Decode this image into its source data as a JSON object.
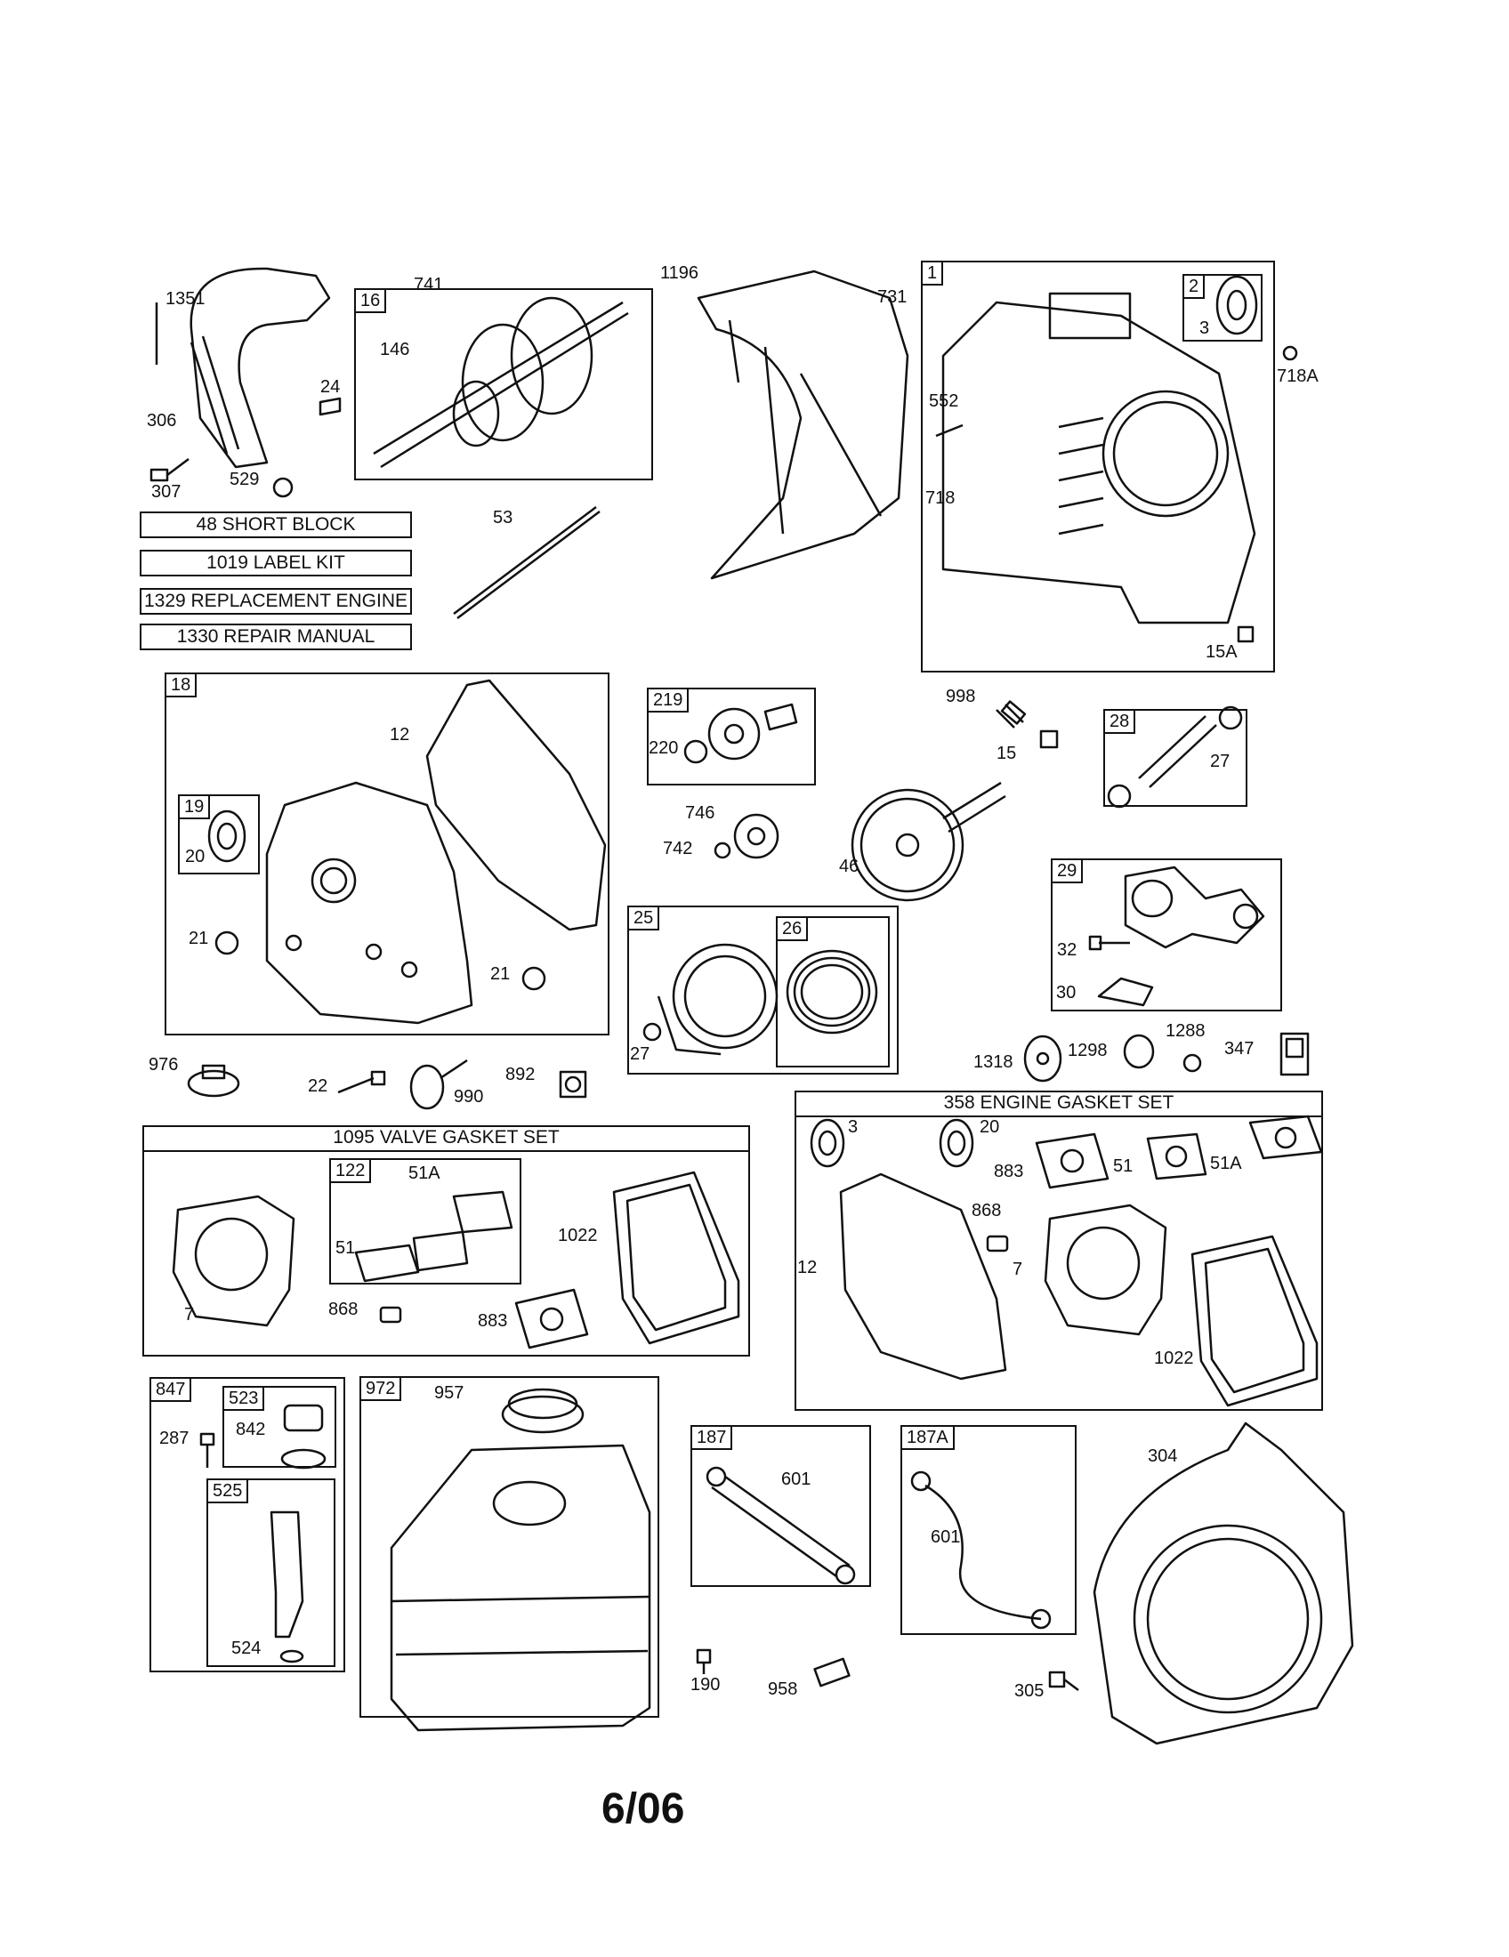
{
  "footer": {
    "date_code": "6/06"
  },
  "kits": {
    "short_block": "48 SHORT BLOCK",
    "label_kit": "1019 LABEL KIT",
    "replacement_engine": "1329 REPLACEMENT ENGINE",
    "repair_manual": "1330 REPAIR MANUAL"
  },
  "headers": {
    "valve_gasket_set": "1095 VALVE GASKET SET",
    "engine_gasket_set": "358 ENGINE GASKET SET"
  },
  "group_tags": {
    "g16": "16",
    "g1": "1",
    "g2": "2",
    "g18": "18",
    "g19": "19",
    "g219": "219",
    "g28": "28",
    "g25": "25",
    "g26": "26",
    "g29": "29",
    "g122": "122",
    "g847": "847",
    "g523": "523",
    "g525": "525",
    "g972": "972",
    "g187": "187",
    "g187a": "187A"
  },
  "callouts": {
    "p1351": "1351",
    "p306": "306",
    "p307": "307",
    "p24": "24",
    "p529": "529",
    "p741": "741",
    "p146": "146",
    "p53": "53",
    "p1196": "1196",
    "p731": "731",
    "p3_top": "3",
    "p718a": "718A",
    "p552": "552",
    "p718": "718",
    "p15a": "15A",
    "p12_cover": "12",
    "p20_seal": "20",
    "p21_left": "21",
    "p21_right": "21",
    "p220": "220",
    "p998": "998",
    "p15": "15",
    "p27_pin": "27",
    "p746": "746",
    "p742": "742",
    "p46": "46",
    "p27_piston": "27",
    "p32": "32",
    "p30": "30",
    "p976": "976",
    "p22": "22",
    "p990": "990",
    "p892": "892",
    "p1318": "1318",
    "p1298": "1298",
    "p1288": "1288",
    "p347": "347",
    "p7_valve": "7",
    "p51a_valve": "51A",
    "p51_valve": "51",
    "p1022_valve": "1022",
    "p868_valve": "868",
    "p883_valve": "883",
    "p3_engine": "3",
    "p20_engine": "20",
    "p883_engine": "883",
    "p51_engine": "51",
    "p51a_engine": "51A",
    "p868_engine": "868",
    "p12_engine": "12",
    "p7_engine": "7",
    "p1022_engine": "1022",
    "p287": "287",
    "p842": "842",
    "p524": "524",
    "p957": "957",
    "p601_a": "601",
    "p601_b": "601",
    "p304": "304",
    "p190": "190",
    "p958": "958",
    "p305": "305"
  }
}
